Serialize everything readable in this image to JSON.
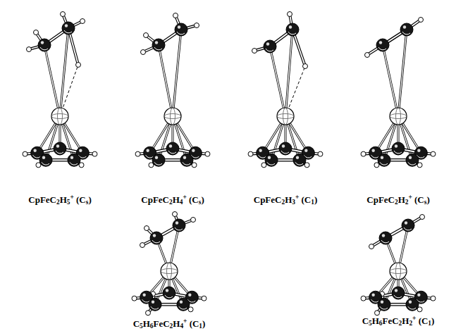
{
  "diagram": {
    "labels": [
      "CpFeC2H5+ (Cs)",
      "CpFeC2H4+ (Cs)",
      "CpFeC2H3+ (C1)",
      "CpFeC2H2+ (Cs)",
      "C5H6FeC2H4+ (C1)",
      "C5H6FeC2H2+ (C1)"
    ]
  }
}
